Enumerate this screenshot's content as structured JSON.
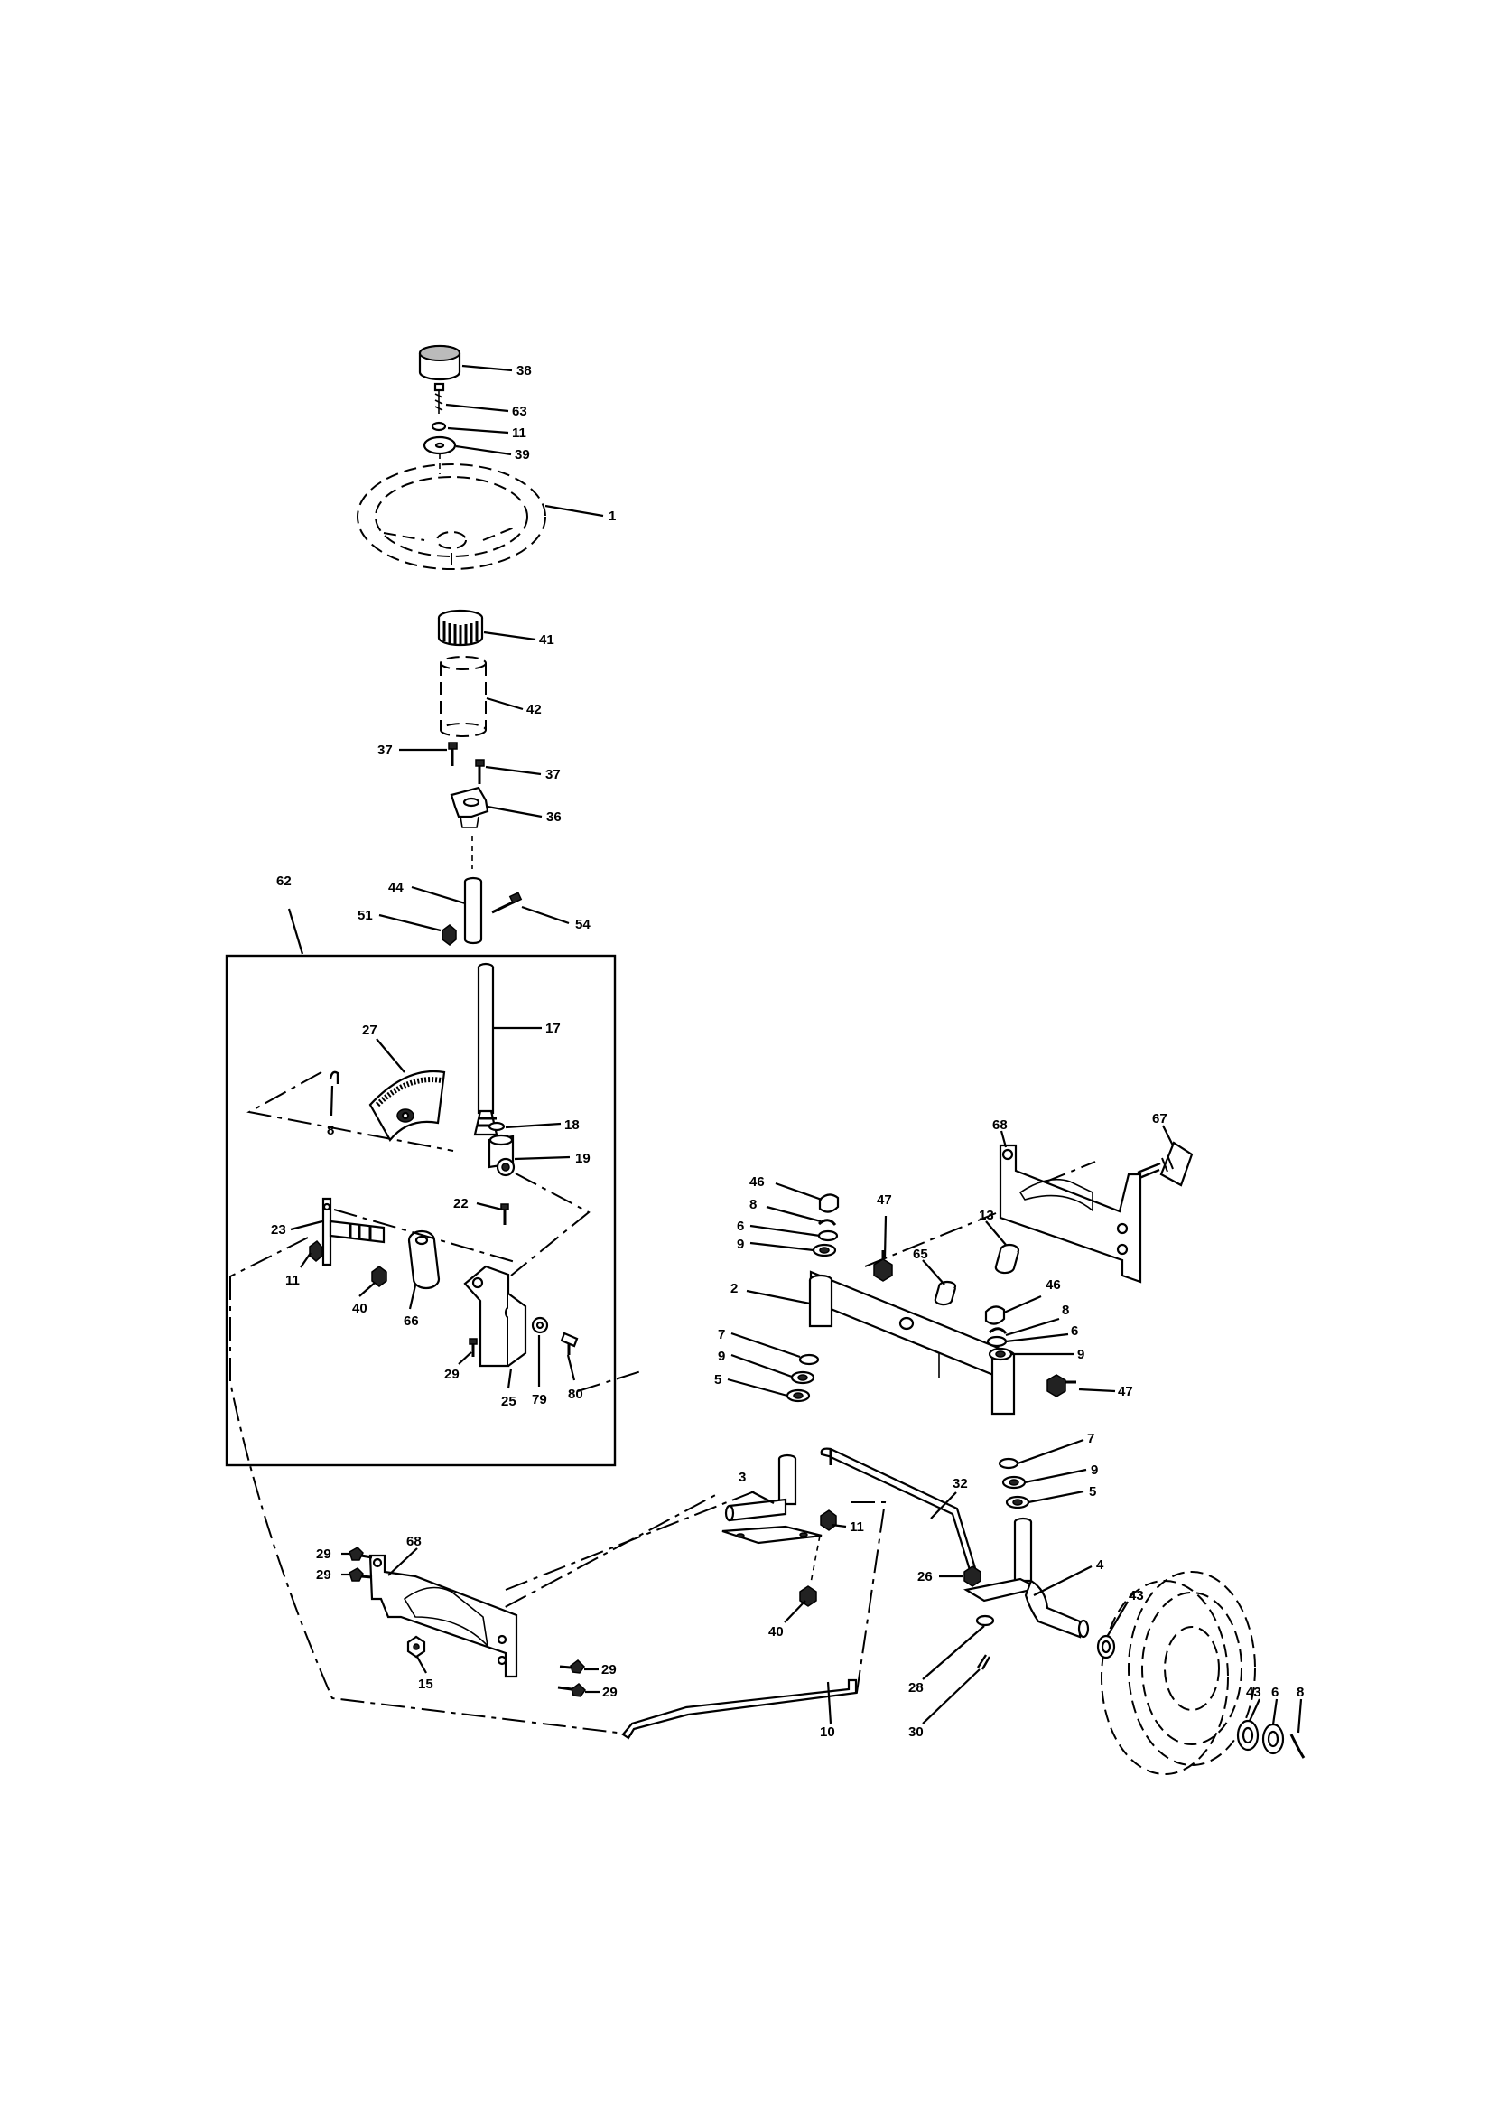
{
  "callouts": {
    "c38": "38",
    "c63": "63",
    "c11a": "11",
    "c39": "39",
    "c1": "1",
    "c41": "41",
    "c42": "42",
    "c37a": "37",
    "c37b": "37",
    "c36": "36",
    "c62": "62",
    "c44": "44",
    "c51": "51",
    "c54": "54",
    "c17": "17",
    "c27": "27",
    "c8a": "8",
    "c18": "18",
    "c19": "19",
    "c22": "22",
    "c23": "23",
    "c11b": "11",
    "c40a": "40",
    "c66": "66",
    "c29a": "29",
    "c25": "25",
    "c79": "79",
    "c80": "80",
    "c68a": "68",
    "c67": "67",
    "c13": "13",
    "c65": "65",
    "c46a": "46",
    "c8b": "8",
    "c6a": "6",
    "c9a": "9",
    "c47a": "47",
    "c2": "2",
    "c7a": "7",
    "c9b": "9",
    "c5a": "5",
    "c46b": "46",
    "c8c": "8",
    "c6b": "6",
    "c9c": "9",
    "c47b": "47",
    "c7b": "7",
    "c9d": "9",
    "c5b": "5",
    "c3": "3",
    "c32": "32",
    "c11c": "11",
    "c40b": "40",
    "c26": "26",
    "c4": "4",
    "c28": "28",
    "c30": "30",
    "c10": "10",
    "c43a": "43",
    "c43b": "43",
    "c6c": "6",
    "c8d": "8",
    "c68b": "68",
    "c29b": "29",
    "c29c": "29",
    "c29d": "29",
    "c29e": "29",
    "c15": "15"
  }
}
